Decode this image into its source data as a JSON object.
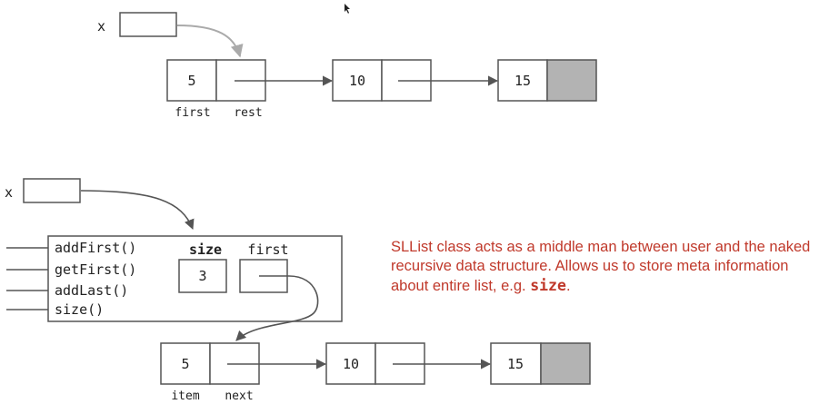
{
  "top_diagram": {
    "var_label": "x",
    "nodes": [
      "5",
      "10",
      "15"
    ],
    "field_labels": {
      "first": "first",
      "rest": "rest"
    }
  },
  "bottom_diagram": {
    "var_label": "x",
    "methods": [
      "addFirst()",
      "getFirst()",
      "addLast()",
      "size()"
    ],
    "size_label": "size",
    "size_value": "3",
    "first_label": "first",
    "nodes": [
      "5",
      "10",
      "15"
    ],
    "field_labels": {
      "item": "item",
      "next": "next"
    }
  },
  "note": {
    "text_before": "SLList class acts as a middle man between user and the naked recursive data structure. Allows us to store meta information about entire list, e.g. ",
    "keyword": "size",
    "text_after": "."
  },
  "colors": {
    "arrow": "#555555",
    "pointer_light": "#aaaaaa",
    "null_fill": "#b3b3b3",
    "note": "#c0392b"
  }
}
